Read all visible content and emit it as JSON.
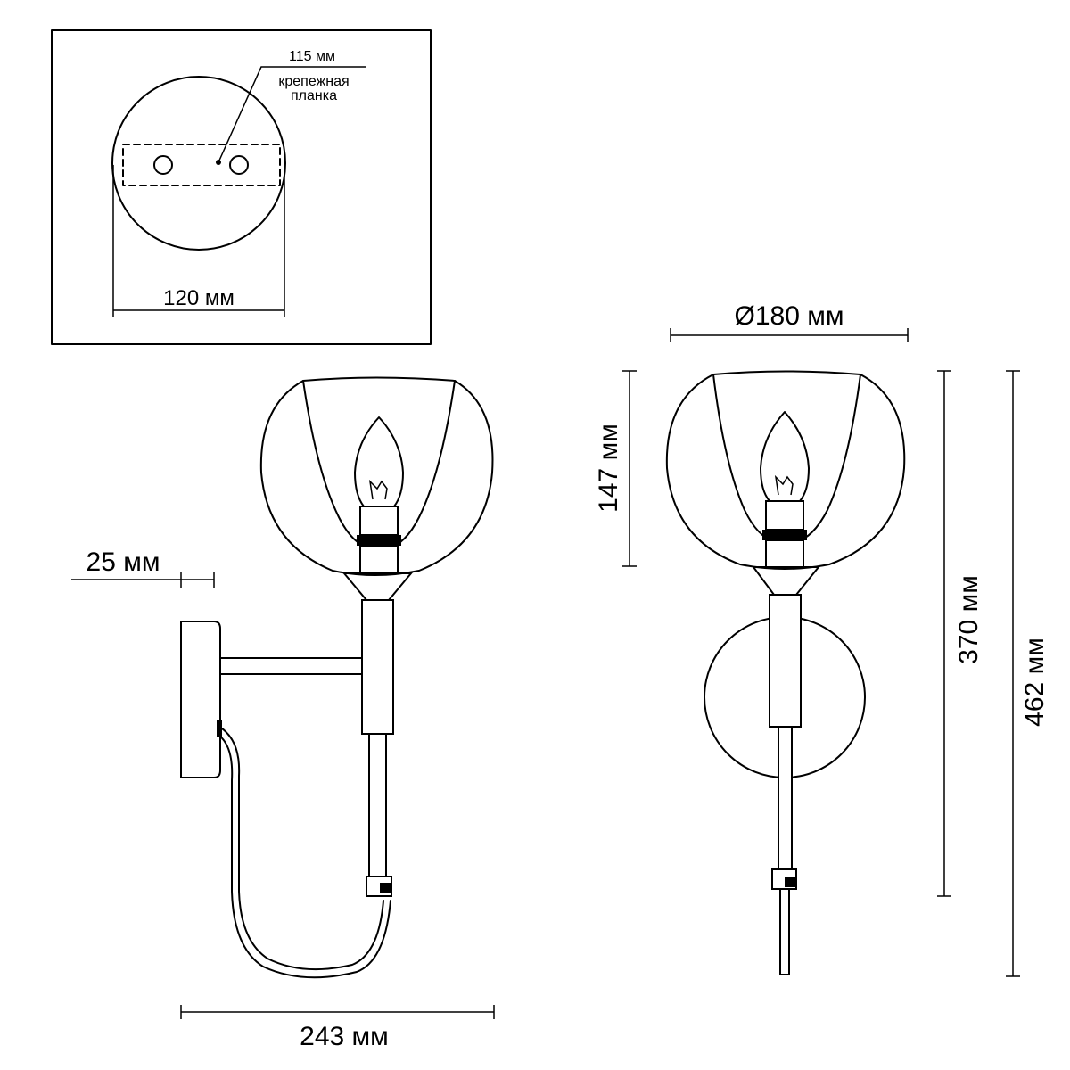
{
  "mounting_plate": {
    "label_top": "115 мм",
    "label_bracket_line1": "крепежная",
    "label_bracket_line2": "планка",
    "label_width": "120 мм"
  },
  "side_view": {
    "label_depth_offset": "25 мм",
    "label_width": "243 мм"
  },
  "front_view": {
    "label_diameter": "Ø180 мм",
    "label_shade_height": "147 мм",
    "label_body_height": "370 мм",
    "label_total_height": "462 мм"
  }
}
